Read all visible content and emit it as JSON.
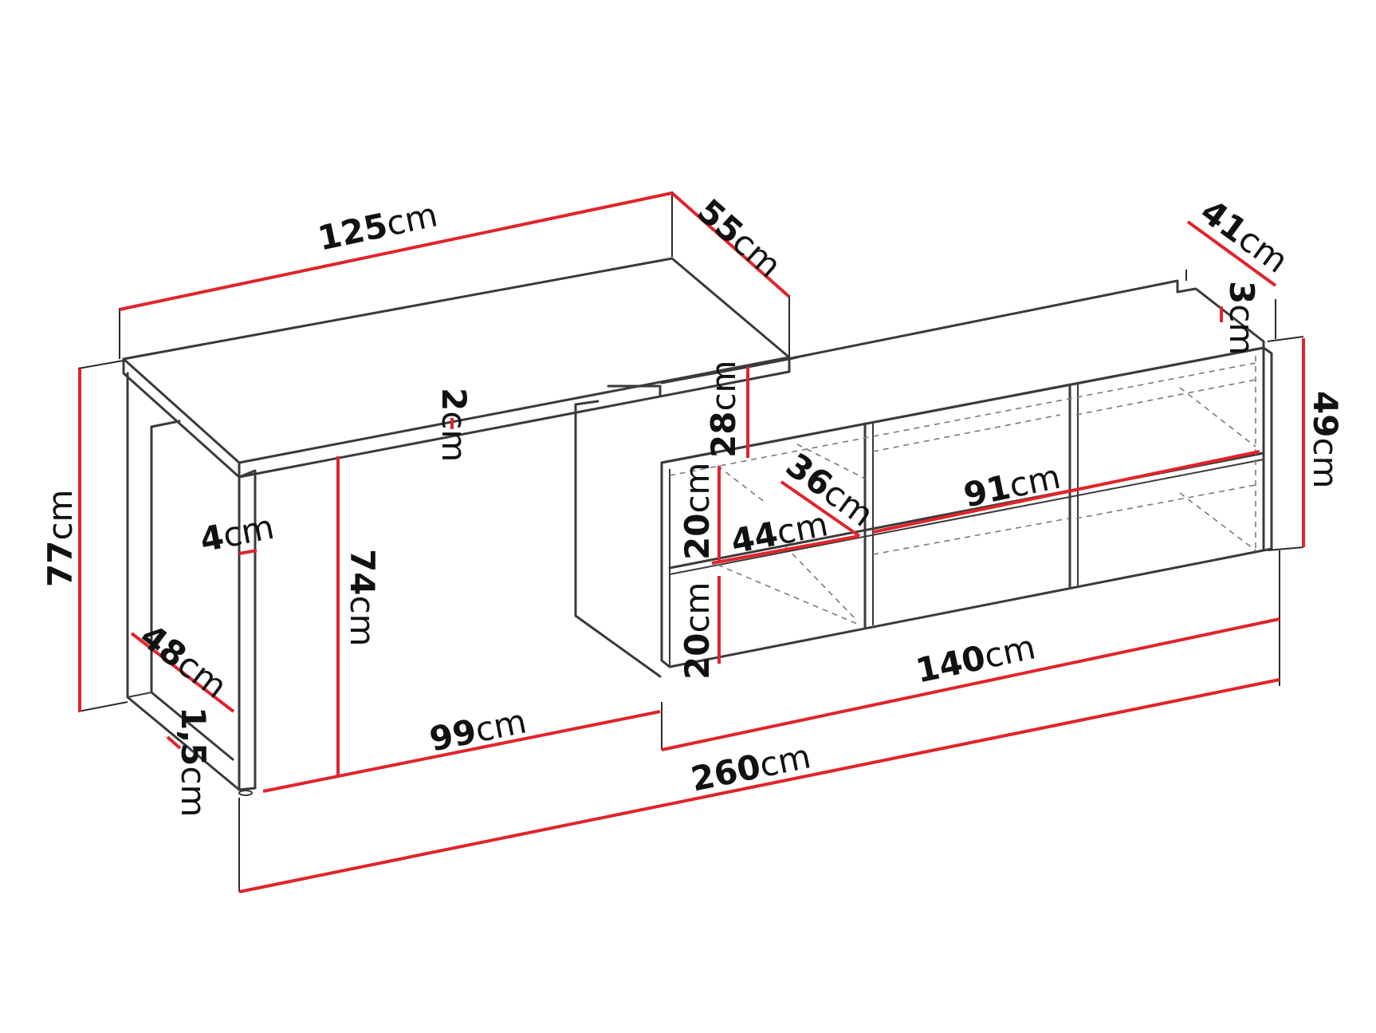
{
  "colors": {
    "outline": "#3a3a3a",
    "dimension_line": "#e0242b",
    "label": "#111111",
    "background": "#ffffff"
  },
  "unit": "cm",
  "dimensions": {
    "desk_width": "125",
    "desk_depth": "55",
    "desk_height": "77",
    "top_thickness": "2",
    "leg_height": "74",
    "panel_thickness": "4",
    "leg_depth": "48",
    "foot_height": "1,5",
    "desk_base_length": "99",
    "cabinet_width": "140",
    "total_length": "260",
    "cabinet_depth": "41",
    "cabinet_top_lip": "3",
    "cabinet_height": "49",
    "cabinet_offset_height": "28",
    "shelf_depth": "36",
    "shelf_width_small": "44",
    "shelf_width_large": "91",
    "shelf_height_upper": "20",
    "shelf_height_lower": "20"
  }
}
